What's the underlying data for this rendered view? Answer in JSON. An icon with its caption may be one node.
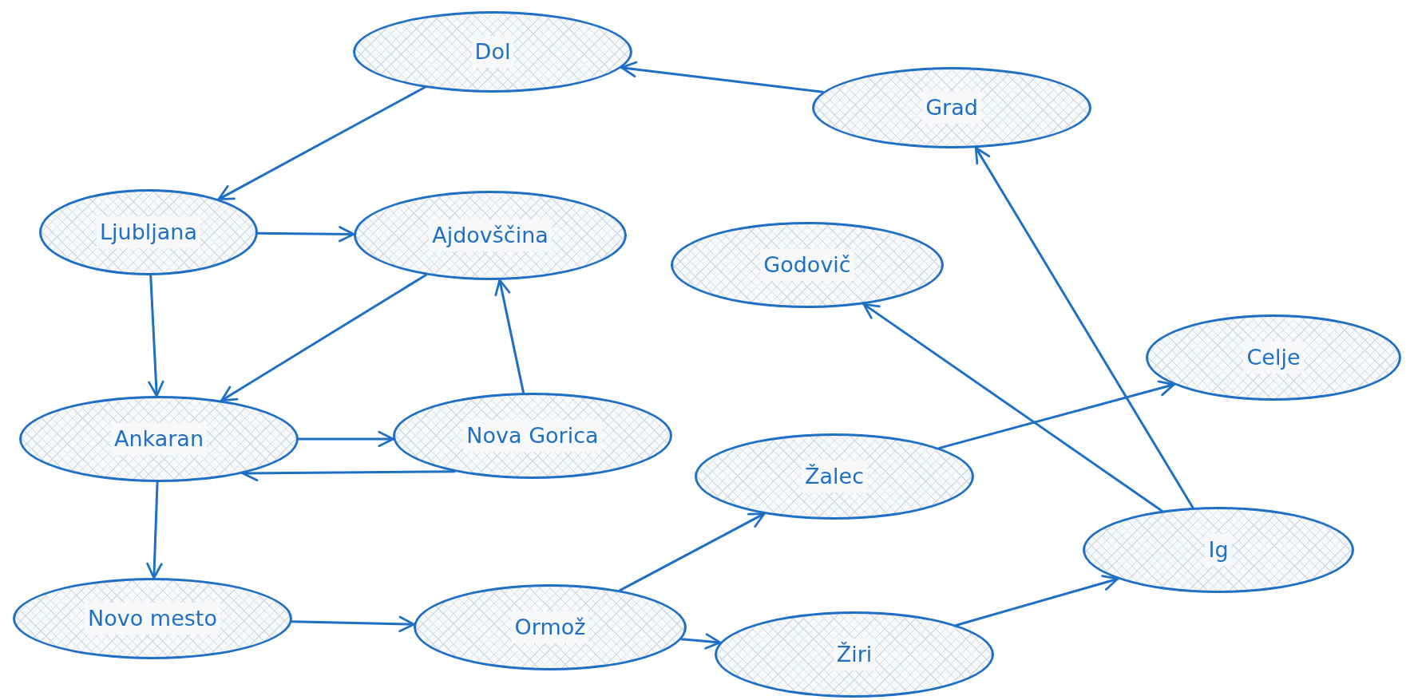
{
  "diagram": {
    "nodes": [
      {
        "text": [
          "Dol"
        ]
      },
      {
        "text": [
          "Grad"
        ]
      },
      {
        "text": [
          "Ljubljana"
        ]
      },
      {
        "text": [
          "Ajdovščina"
        ]
      },
      {
        "text": [
          "Godovič"
        ]
      },
      {
        "text": [
          "Celje"
        ]
      },
      {
        "text": [
          "Ankaran"
        ]
      },
      {
        "text": [
          "Nova Gorica"
        ]
      },
      {
        "text": [
          "Žalec"
        ]
      },
      {
        "text": [
          "Ig"
        ]
      },
      {
        "text": [
          "Novo mesto"
        ]
      },
      {
        "text": [
          "Ormož"
        ]
      },
      {
        "text": [
          "Žiri"
        ]
      }
    ],
    "edges": [
      {
        "from": 1,
        "to": 0,
        "arrow": "to"
      },
      {
        "from": 0,
        "to": 2,
        "arrow": "to"
      },
      {
        "from": 2,
        "to": 3,
        "arrow": "to"
      },
      {
        "from": 2,
        "to": 6,
        "arrow": "to"
      },
      {
        "from": 3,
        "to": 6,
        "arrow": "to"
      },
      {
        "from": 7,
        "to": 3,
        "arrow": "to"
      },
      {
        "from": 6,
        "to": 7,
        "arrow": "to"
      },
      {
        "from": 7,
        "to": 6,
        "arrow": "to"
      },
      {
        "from": 6,
        "to": 10,
        "arrow": "to"
      },
      {
        "from": 10,
        "to": 11,
        "arrow": "to"
      },
      {
        "from": 11,
        "to": 8,
        "arrow": "to"
      },
      {
        "from": 11,
        "to": 12,
        "arrow": "to"
      },
      {
        "from": 12,
        "to": 9,
        "arrow": "to"
      },
      {
        "from": 9,
        "to": 4,
        "arrow": "to"
      },
      {
        "from": 9,
        "to": 1,
        "arrow": "to"
      },
      {
        "from": 8,
        "to": 5,
        "arrow": "to"
      }
    ]
  }
}
